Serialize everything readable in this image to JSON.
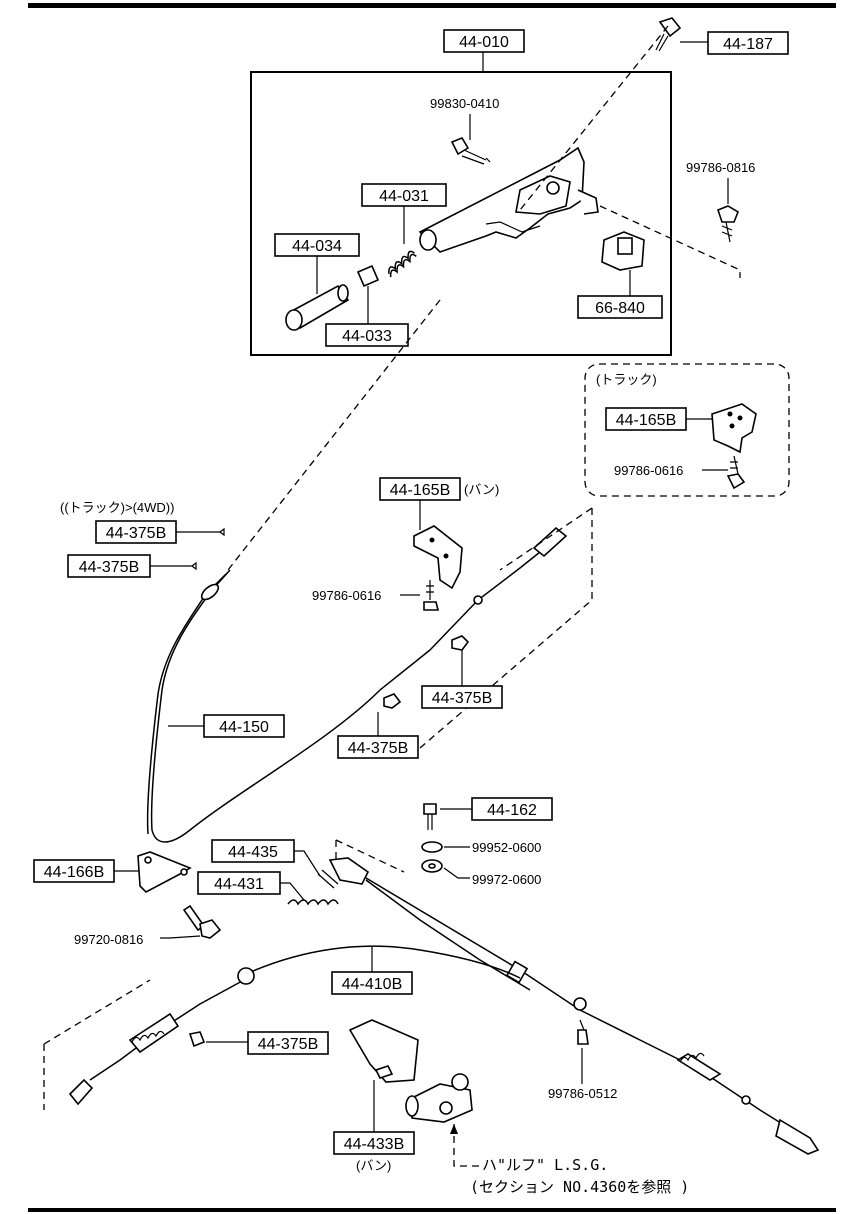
{
  "parts": {
    "p44_010": "44-010",
    "p44_187": "44-187",
    "p99830_0410": "99830-0410",
    "p99786_0816": "99786-0816",
    "p44_031": "44-031",
    "p44_034": "44-034",
    "p44_033": "44-033",
    "p66_840": "66-840",
    "p44_165B_truck": "44-165B",
    "p99786_0616_truck": "99786-0616",
    "p44_375B_a": "44-375B",
    "p44_375B_b": "44-375B",
    "p44_165B_van": "44-165B",
    "p99786_0616_mid": "99786-0616",
    "p44_375B_c": "44-375B",
    "p44_375B_d": "44-375B",
    "p44_150": "44-150",
    "p44_162": "44-162",
    "p99952_0600": "99952-0600",
    "p99972_0600": "99972-0600",
    "p44_166B": "44-166B",
    "p44_435": "44-435",
    "p44_431": "44-431",
    "p99720_0816": "99720-0816",
    "p44_410B": "44-410B",
    "p44_375B_e": "44-375B",
    "p99786_0512": "99786-0512",
    "p44_433B": "44-433B"
  },
  "notes": {
    "truck": "(トラック)",
    "truck_4wd": "((トラック)>(4WD))",
    "van": "(バン)",
    "van_bottom": "(バン)",
    "lsg_line1": "ハ\"ルフ\" L.S.G.",
    "lsg_line2": "(セクション NO.4360を参照 )"
  }
}
